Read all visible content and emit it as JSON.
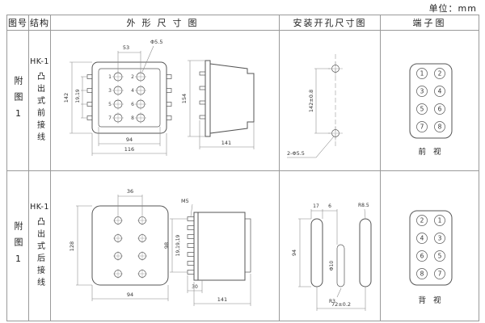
{
  "page": {
    "unit_label": "单位：mm"
  },
  "headers": {
    "fig_no": "图号",
    "structure": "结构",
    "outline": "外形尺寸图",
    "install": "安装开孔尺寸图",
    "terminal": "端子图"
  },
  "rows": [
    {
      "fig_no": "附图1",
      "model": "HK-1",
      "structure": "凸出式前接线",
      "outline": {
        "dim_col_spacing": "53",
        "dim_hole": "Φ5.5",
        "dim_height": "142",
        "dim_row_spacing": "19,19",
        "dim_inner_width": "94",
        "dim_outer_width": "116",
        "dim_side_height": "154",
        "dim_side_depth": "141",
        "face_numbers": [
          "1",
          "2",
          "3",
          "4",
          "5",
          "6",
          "7",
          "8"
        ]
      },
      "install": {
        "dim_hole_spacing": "142±0.8",
        "dim_holes": "2-Φ5.5"
      },
      "terminal": {
        "left": [
          "1",
          "3",
          "5",
          "7"
        ],
        "right": [
          "2",
          "4",
          "6",
          "8"
        ],
        "caption": "前 视"
      }
    },
    {
      "fig_no": "附图1",
      "model": "HK-1",
      "structure": "凸出式后接线",
      "outline": {
        "dim_col_spacing": "36",
        "dim_stud": "M5",
        "dim_height": "128",
        "dim_width": "94",
        "dim_stud_span": "98",
        "dim_stud_pitch": "19,19,19",
        "dim_stud_depth": "30",
        "dim_side_depth": "141"
      },
      "install": {
        "dim_slot_width": "17",
        "dim_gap": "6",
        "dim_radius": "R8.5",
        "dim_slot_height": "94",
        "dim_mid_slot": "Φ10",
        "dim_corner": "R3",
        "dim_spacing": "72±0.2"
      },
      "terminal": {
        "left": [
          "2",
          "4",
          "6",
          "8"
        ],
        "right": [
          "1",
          "3",
          "5",
          "7"
        ],
        "caption": "背 视"
      }
    }
  ]
}
